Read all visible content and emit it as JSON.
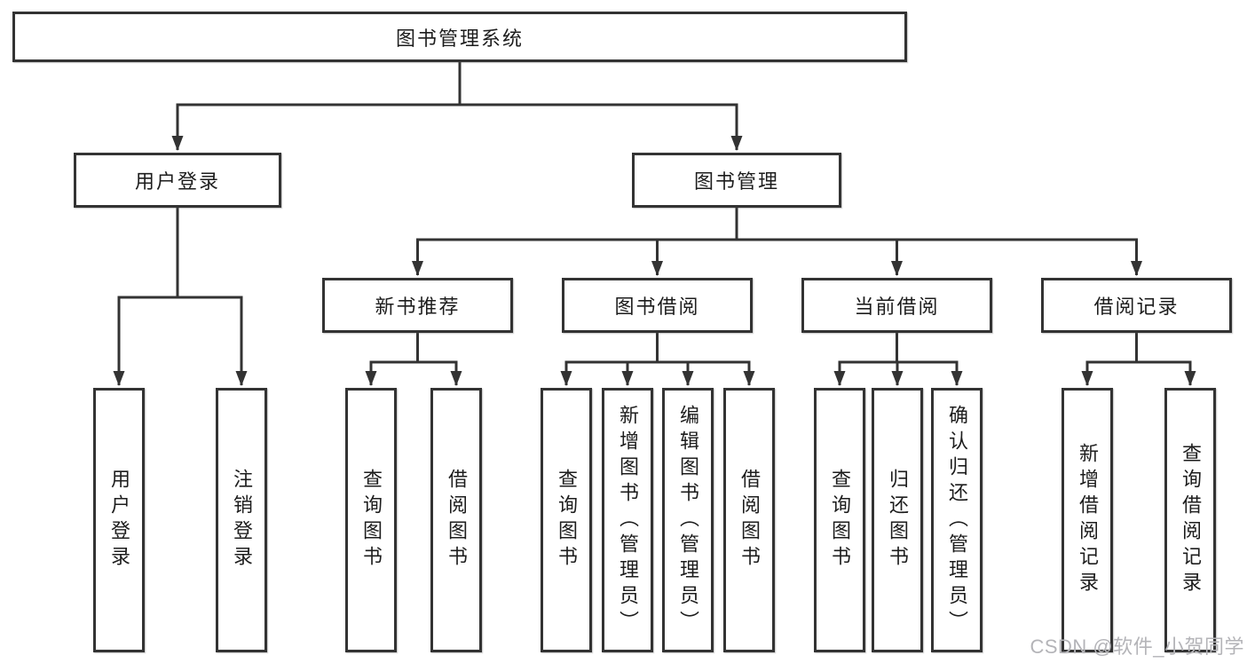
{
  "diagram": {
    "root": {
      "label": "图书管理系统"
    },
    "branches": [
      {
        "label": "用户登录",
        "children": [
          {
            "label": "用户登录"
          },
          {
            "label": "注销登录"
          }
        ]
      },
      {
        "label": "图书管理",
        "children": [
          {
            "label": "新书推荐",
            "children": [
              {
                "label": "查询图书"
              },
              {
                "label": "借阅图书"
              }
            ]
          },
          {
            "label": "图书借阅",
            "children": [
              {
                "label": "查询图书"
              },
              {
                "label": "新增图书（管理员）"
              },
              {
                "label": "编辑图书（管理员）"
              },
              {
                "label": "借阅图书"
              }
            ]
          },
          {
            "label": "当前借阅",
            "children": [
              {
                "label": "查询图书"
              },
              {
                "label": "归还图书"
              },
              {
                "label": "确认归还（管理员）"
              }
            ]
          },
          {
            "label": "借阅记录",
            "children": [
              {
                "label": "新增借阅记录"
              },
              {
                "label": "查询借阅记录"
              }
            ]
          }
        ]
      }
    ]
  },
  "watermark": {
    "text": "CSDN @软件_小贺同学"
  },
  "colors": {
    "line": "#333333",
    "border": "#333333",
    "text": "#1d1d1d",
    "watermark": "#b4b4b8",
    "background": "#ffffff"
  }
}
